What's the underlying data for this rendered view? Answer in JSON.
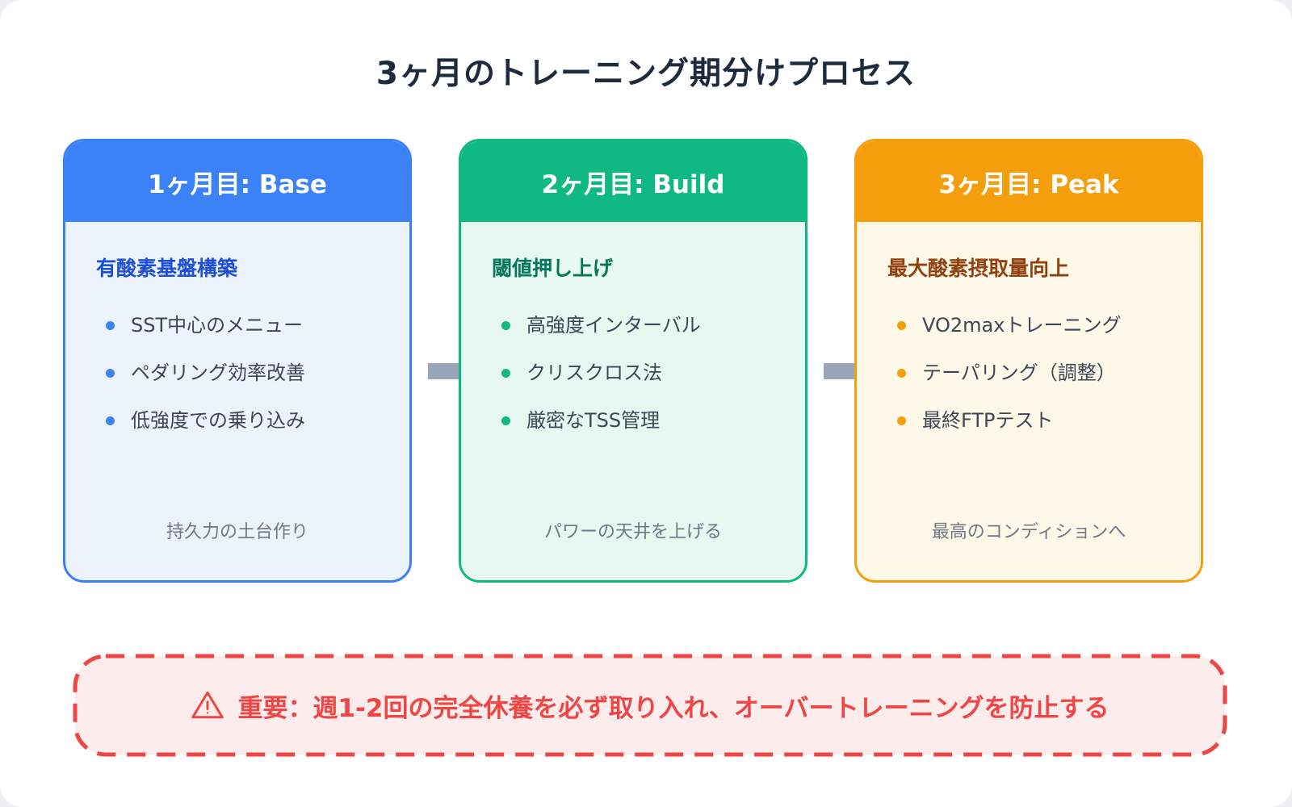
{
  "page": {
    "title": "3ヶ月のトレーニング期分けプロセス"
  },
  "colors": {
    "title_text": "#1e2a3d",
    "arrow_gray": "#99a5b8",
    "phase_accents": [
      "#3b82f6",
      "#10b981",
      "#f59e0b"
    ],
    "phase_body_bg": [
      "#ecf3fd",
      "#e7f8f0",
      "#fdf8e8"
    ],
    "phase_subtitle_colors": [
      "#1d4ed8",
      "#047857",
      "#92400e"
    ],
    "warning_red": "#ee4545",
    "warning_bg": "#fdecec"
  },
  "phases": [
    {
      "header": "1ヶ月目: Base",
      "subtitle": "有酸素基盤構築",
      "bullets": [
        "SST中心のメニュー",
        "ペダリング効率改善",
        "低強度での乗り込み"
      ],
      "footer": "持久力の土台作り"
    },
    {
      "header": "2ヶ月目: Build",
      "subtitle": "閾値押し上げ",
      "bullets": [
        "高強度インターバル",
        "クリスクロス法",
        "厳密なTSS管理"
      ],
      "footer": "パワーの天井を上げる"
    },
    {
      "header": "3ヶ月目: Peak",
      "subtitle": "最大酸素摂取量向上",
      "bullets": [
        "VO2maxトレーニング",
        "テーパリング（調整）",
        "最終FTPテスト"
      ],
      "footer": "最高のコンディションへ"
    }
  ],
  "warning": {
    "icon": "warning-triangle-icon",
    "text": "重要：週1-2回の完全休養を必ず取り入れ、オーバートレーニングを防止する"
  }
}
